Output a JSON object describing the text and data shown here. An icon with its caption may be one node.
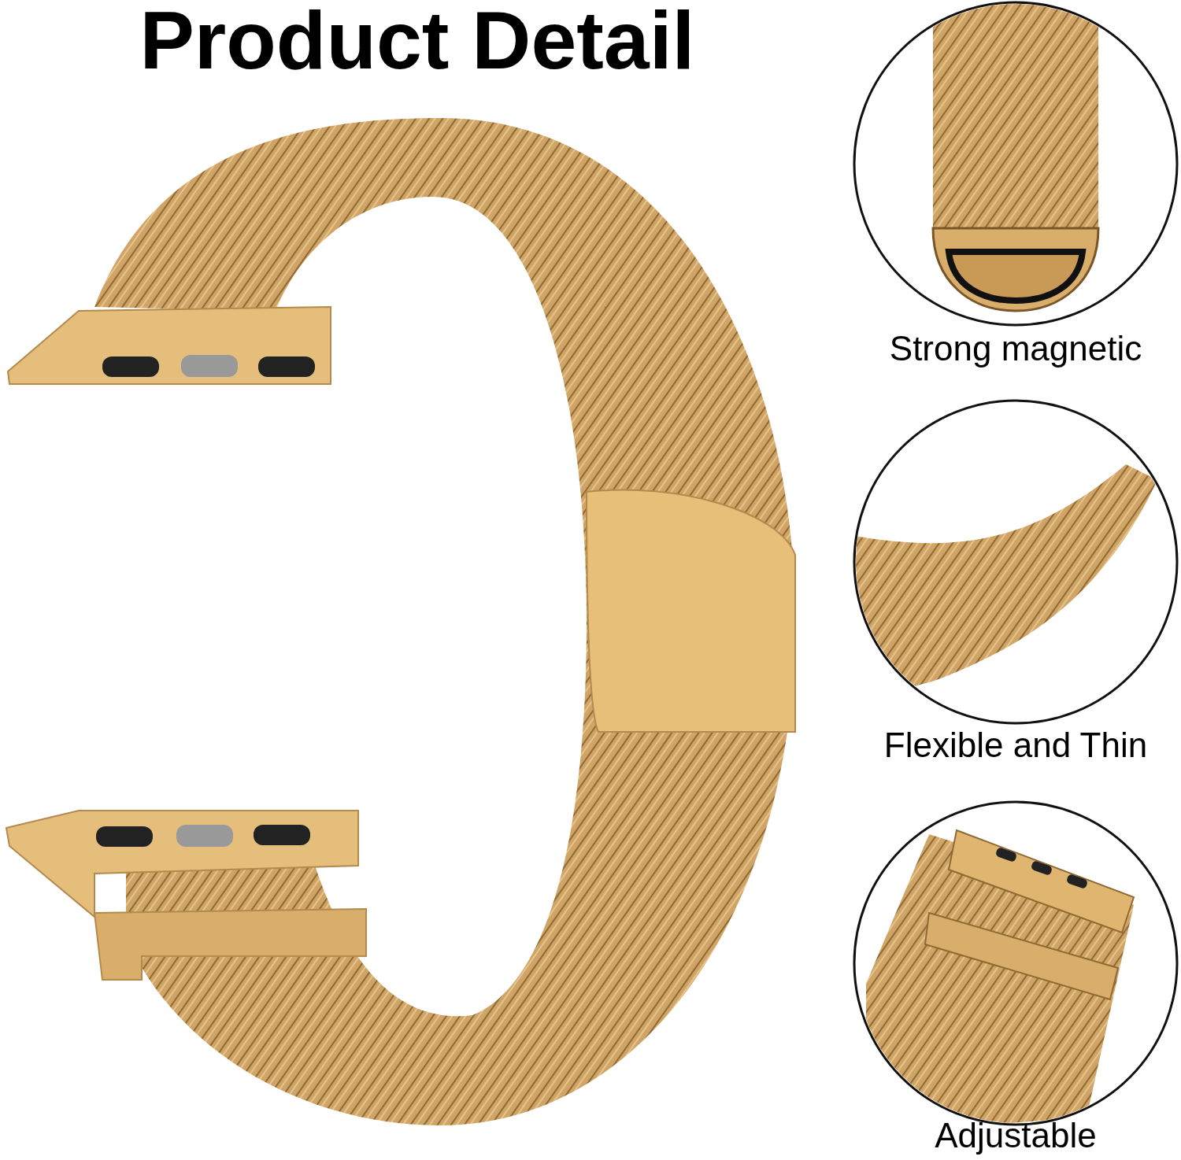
{
  "diagram": {
    "title": "Product Detail",
    "labels": [
      "Strong magnetic",
      "Flexible and Thin",
      "Adjustable"
    ]
  }
}
